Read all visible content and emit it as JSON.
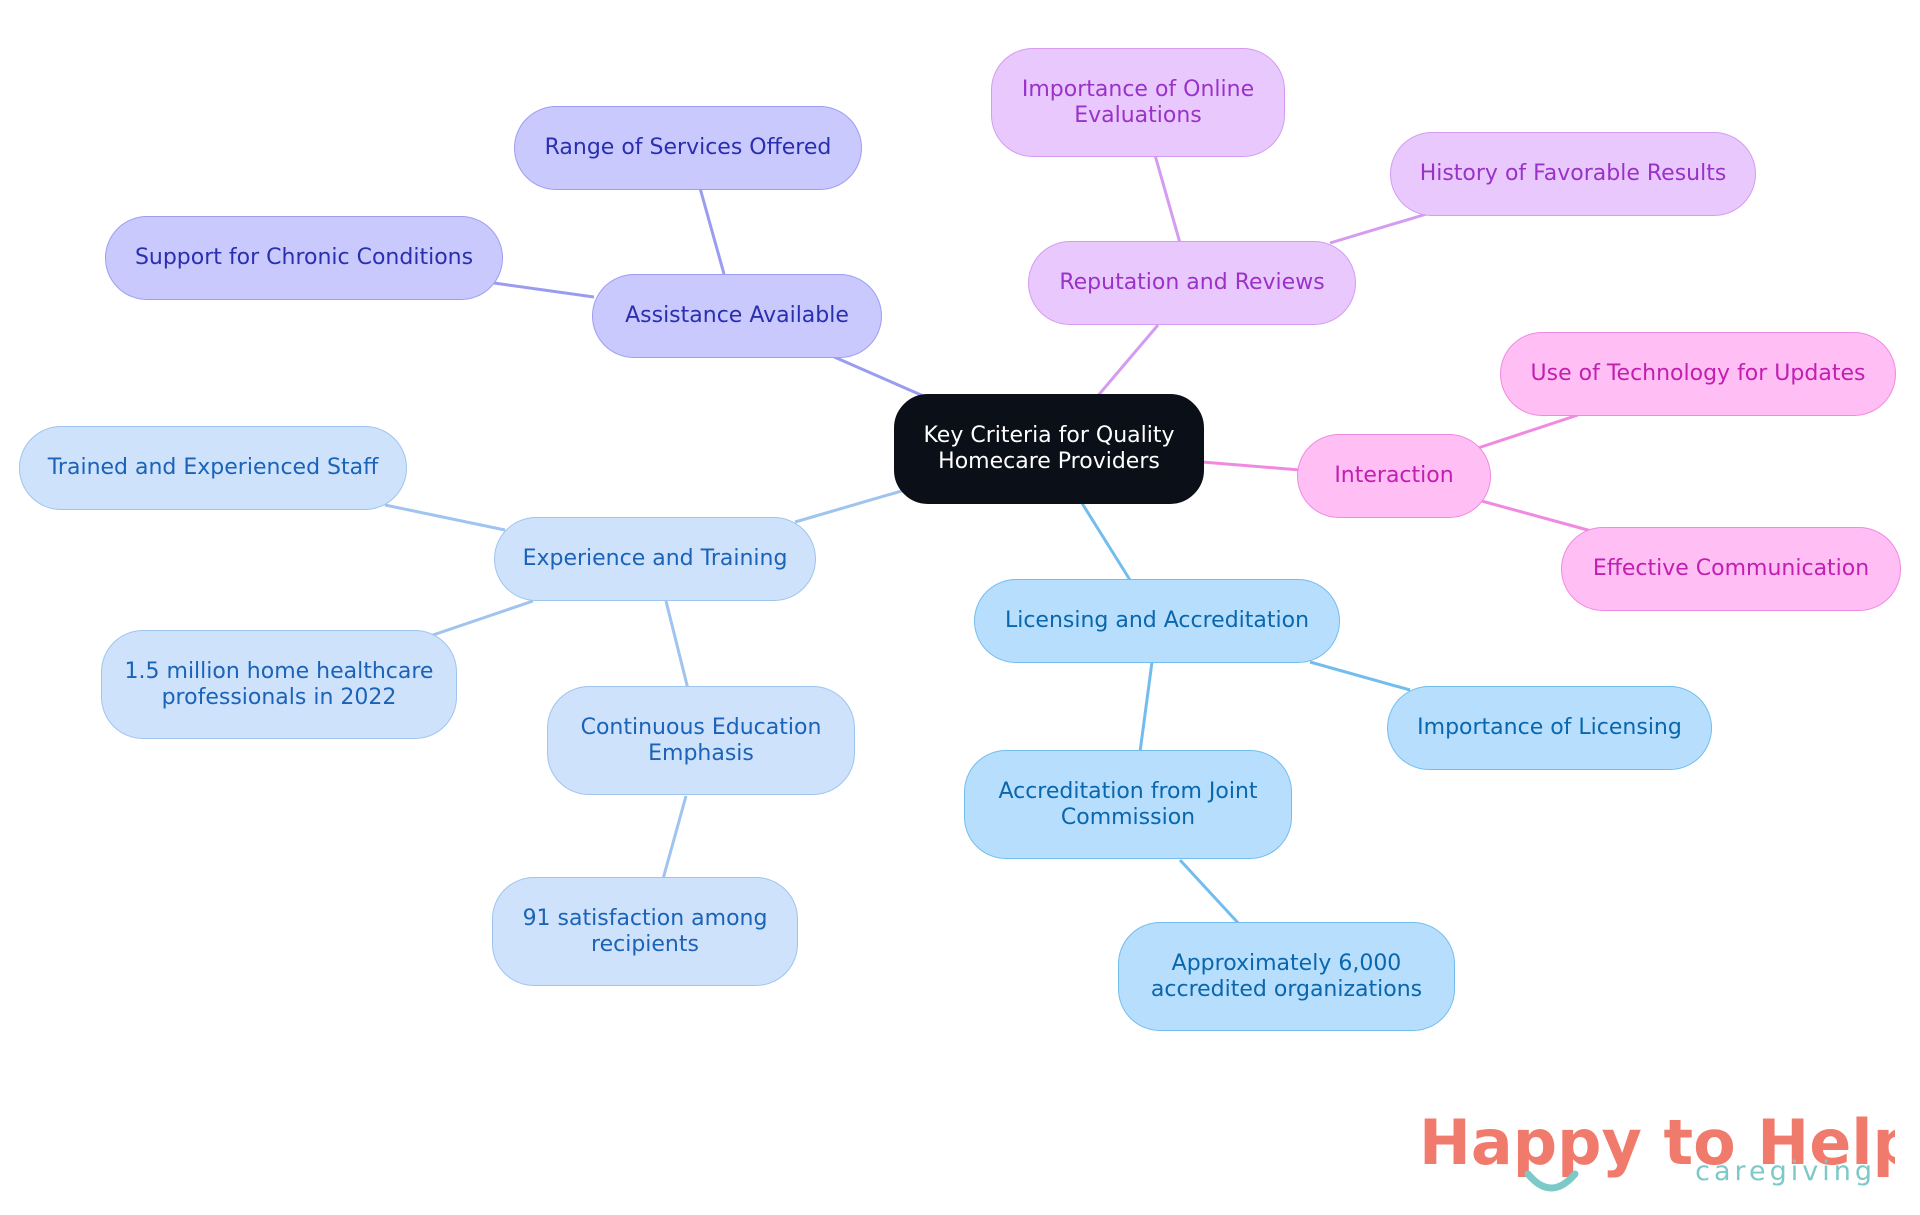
{
  "diagram": {
    "root": {
      "label": "Key Criteria for Quality Homecare Providers"
    },
    "branches": {
      "assistance": {
        "label": "Assistance Available",
        "children": [
          "Range of Services Offered",
          "Support for Chronic Conditions"
        ]
      },
      "reputation": {
        "label": "Reputation and Reviews",
        "children": [
          "Importance of Online Evaluations",
          "History of Favorable Results"
        ]
      },
      "interaction": {
        "label": "Interaction",
        "children": [
          "Use of Technology for Updates",
          "Effective Communication"
        ]
      },
      "experience": {
        "label": "Experience and Training",
        "children": [
          "Trained and Experienced Staff",
          "1.5 million home healthcare professionals in 2022",
          "Continuous Education Emphasis"
        ],
        "grandchildren": [
          "91 satisfaction among recipients"
        ]
      },
      "licensing": {
        "label": "Licensing and Accreditation",
        "children": [
          "Importance of Licensing",
          "Accreditation from Joint Commission"
        ],
        "grandchildren": [
          "Approximately 6,000 accredited organizations"
        ]
      }
    },
    "colors": {
      "root": "#0b0f17",
      "assistance": "#c9c9fd",
      "reputation": "#e9c9fd",
      "interaction": "#ffbff5",
      "experience": "#cfe2fb",
      "licensing": "#b7dffd"
    }
  },
  "logo": {
    "title": "Happy to Help",
    "subtitle": "caregiving",
    "colors": {
      "title": "#f07a6b",
      "accent": "#7cc9c8"
    }
  }
}
